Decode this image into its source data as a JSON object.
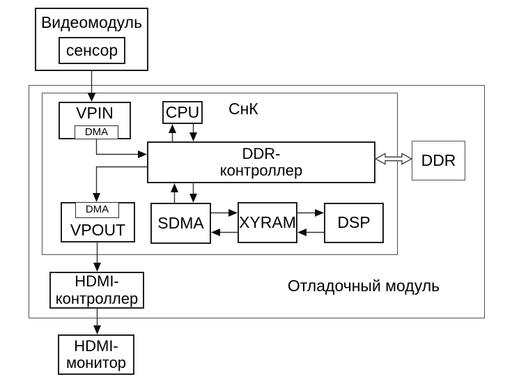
{
  "diagram": {
    "colors": {
      "background": "#ffffff",
      "box_border": "#1f1f1f",
      "container_border": "#4f4f4f",
      "line": "#303030",
      "arrowhead": "#0d0d0d",
      "text": "#000000"
    },
    "boxes": {
      "videomodule": {
        "label": "Видеомодуль"
      },
      "sensor": {
        "label": "сенсор"
      },
      "debug_module": {
        "label": "Отладочный модуль"
      },
      "soc": {
        "label": "СнК"
      },
      "vpin": {
        "label": "VPIN",
        "dma_label": "DMA"
      },
      "cpu": {
        "label": "CPU"
      },
      "ddr_controller": {
        "line1": "DDR-",
        "line2": "контроллер"
      },
      "ddr": {
        "label": "DDR"
      },
      "vpout": {
        "label": "VPOUT",
        "dma_label": "DMA"
      },
      "sdma": {
        "label": "SDMA"
      },
      "xyram": {
        "label": "XYRAM"
      },
      "dsp": {
        "label": "DSP"
      },
      "hdmi_controller": {
        "line1": "HDMI-",
        "line2": "контроллер"
      },
      "hdmi_monitor": {
        "line1": "HDMI-",
        "line2": "монитор"
      }
    },
    "connections": [
      {
        "from": "videomodule",
        "to": "vpin",
        "style": "arrow"
      },
      {
        "from": "vpin.dma",
        "to": "ddr_controller",
        "style": "arrow"
      },
      {
        "from": "ddr_controller",
        "to": "cpu",
        "style": "arrow"
      },
      {
        "from": "cpu",
        "to": "ddr_controller",
        "style": "arrow"
      },
      {
        "from": "ddr_controller",
        "to": "vpout.dma",
        "style": "arrow"
      },
      {
        "from": "sdma",
        "to": "ddr_controller",
        "style": "arrow"
      },
      {
        "from": "ddr_controller",
        "to": "sdma",
        "style": "arrow"
      },
      {
        "from": "sdma",
        "to": "xyram",
        "style": "arrow"
      },
      {
        "from": "xyram",
        "to": "sdma",
        "style": "arrow"
      },
      {
        "from": "xyram",
        "to": "dsp",
        "style": "arrow"
      },
      {
        "from": "dsp",
        "to": "xyram",
        "style": "arrow"
      },
      {
        "from": "ddr_controller",
        "to": "ddr",
        "style": "hollow-double-arrow"
      },
      {
        "from": "vpout",
        "to": "hdmi_controller",
        "style": "arrow"
      },
      {
        "from": "hdmi_controller",
        "to": "hdmi_monitor",
        "style": "arrow"
      }
    ]
  }
}
